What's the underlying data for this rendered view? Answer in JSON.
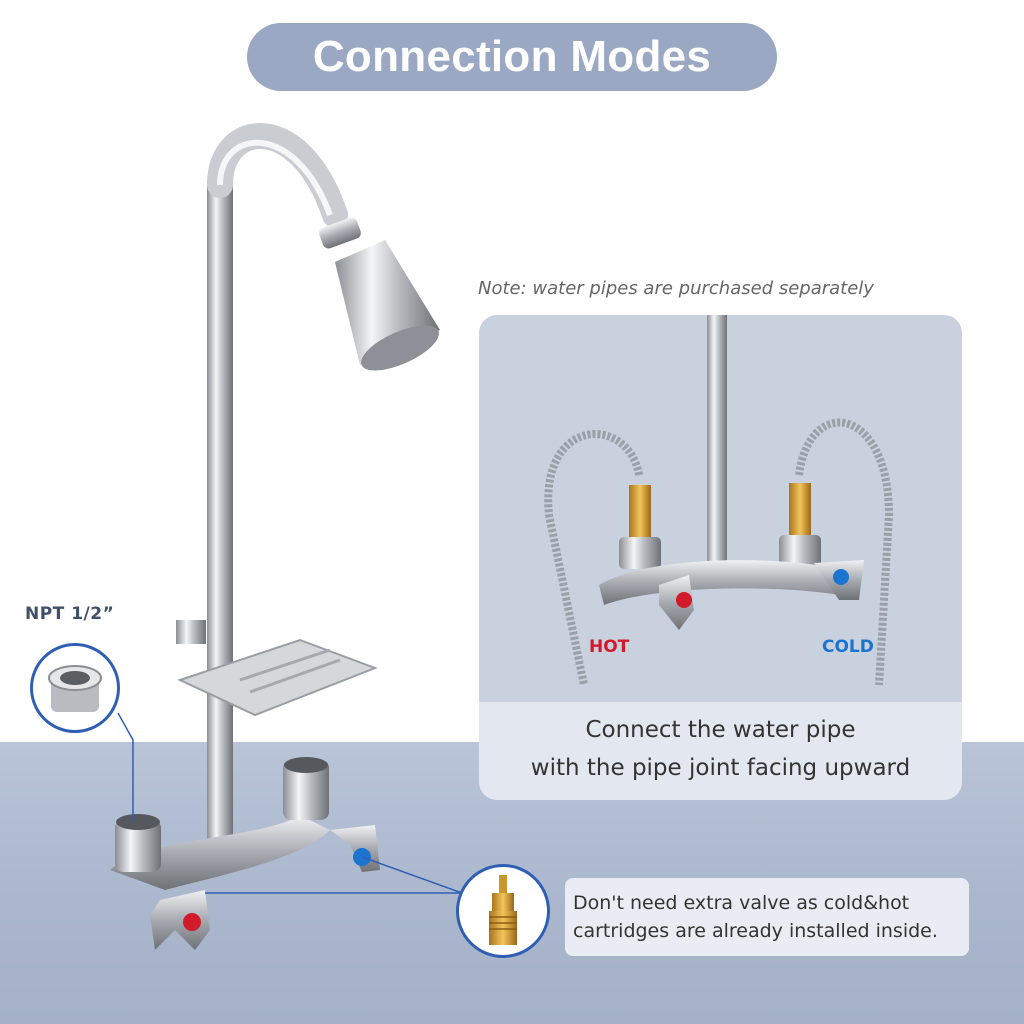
{
  "title": "Connection Modes",
  "note": "Note: water pipes are purchased separately",
  "panel": {
    "hot_label": "HOT",
    "cold_label": "COLD",
    "caption_line1": "Connect the water pipe",
    "caption_line2": "with the pipe joint facing upward"
  },
  "npt_label": "NPT 1/2”",
  "info": {
    "line1": "Don't need extra valve as cold&hot",
    "line2": "cartridges are already installed inside."
  },
  "colors": {
    "hot": "#d11a2a",
    "cold": "#1a74d0",
    "title_bg": "#9aa8c3",
    "callout_line": "#2f5fb3"
  }
}
